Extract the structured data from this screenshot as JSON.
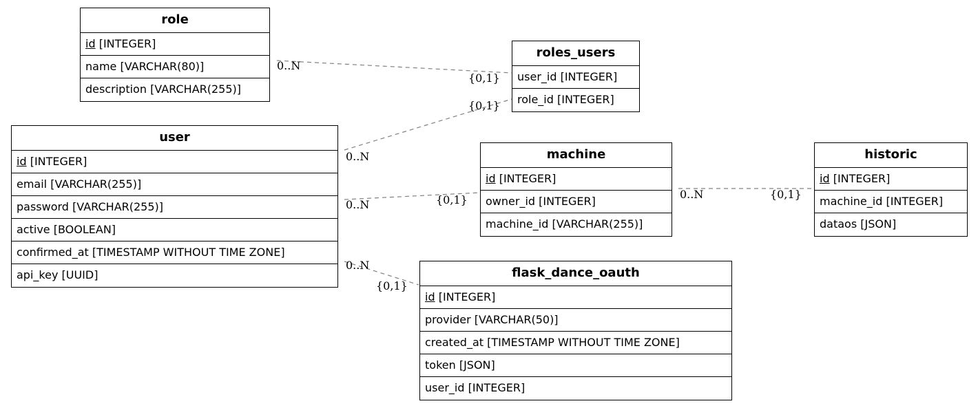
{
  "entities": {
    "role": {
      "name": "role",
      "columns": [
        {
          "name": "id",
          "type": "[INTEGER]",
          "pk": true
        },
        {
          "name": "name",
          "type": "[VARCHAR(80)]"
        },
        {
          "name": "description",
          "type": "[VARCHAR(255)]"
        }
      ]
    },
    "roles_users": {
      "name": "roles_users",
      "columns": [
        {
          "name": "user_id",
          "type": "[INTEGER]"
        },
        {
          "name": "role_id",
          "type": "[INTEGER]"
        }
      ]
    },
    "user": {
      "name": "user",
      "columns": [
        {
          "name": "id",
          "type": "[INTEGER]",
          "pk": true
        },
        {
          "name": "email",
          "type": "[VARCHAR(255)]"
        },
        {
          "name": "password",
          "type": "[VARCHAR(255)]"
        },
        {
          "name": "active",
          "type": "[BOOLEAN]"
        },
        {
          "name": "confirmed_at",
          "type": "[TIMESTAMP WITHOUT TIME ZONE]"
        },
        {
          "name": "api_key",
          "type": "[UUID]"
        }
      ]
    },
    "machine": {
      "name": "machine",
      "columns": [
        {
          "name": "id",
          "type": "[INTEGER]",
          "pk": true
        },
        {
          "name": "owner_id",
          "type": "[INTEGER]"
        },
        {
          "name": "machine_id",
          "type": "[VARCHAR(255)]"
        }
      ]
    },
    "historic": {
      "name": "historic",
      "columns": [
        {
          "name": "id",
          "type": "[INTEGER]",
          "pk": true
        },
        {
          "name": "machine_id",
          "type": "[INTEGER]"
        },
        {
          "name": "dataos",
          "type": "[JSON]"
        }
      ]
    },
    "flask_dance_oauth": {
      "name": "flask_dance_oauth",
      "columns": [
        {
          "name": "id",
          "type": "[INTEGER]",
          "pk": true
        },
        {
          "name": "provider",
          "type": "[VARCHAR(50)]"
        },
        {
          "name": "created_at",
          "type": "[TIMESTAMP WITHOUT TIME ZONE]"
        },
        {
          "name": "token",
          "type": "[JSON]"
        },
        {
          "name": "user_id",
          "type": "[INTEGER]"
        }
      ]
    }
  },
  "relationships": [
    {
      "from": "role",
      "to": "roles_users",
      "from_card": "0..N",
      "to_card": "{0,1}"
    },
    {
      "from": "user",
      "to": "roles_users",
      "from_card": "0..N",
      "to_card": "{0,1}"
    },
    {
      "from": "user",
      "to": "machine",
      "from_card": "0..N",
      "to_card": "{0,1}"
    },
    {
      "from": "machine",
      "to": "historic",
      "from_card": "0..N",
      "to_card": "{0,1}"
    },
    {
      "from": "user",
      "to": "flask_dance_oauth",
      "from_card": "0..N",
      "to_card": "{0,1}"
    }
  ]
}
